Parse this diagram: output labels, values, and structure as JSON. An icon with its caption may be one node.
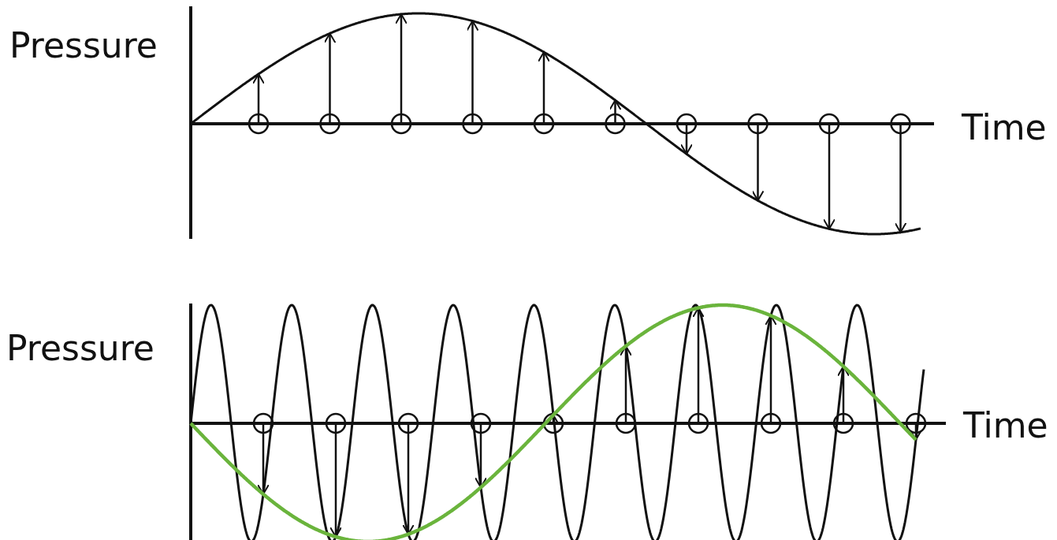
{
  "diagram": {
    "labels": [
      "Pressure",
      "Time",
      "Pressure",
      "Time"
    ]
  }
}
